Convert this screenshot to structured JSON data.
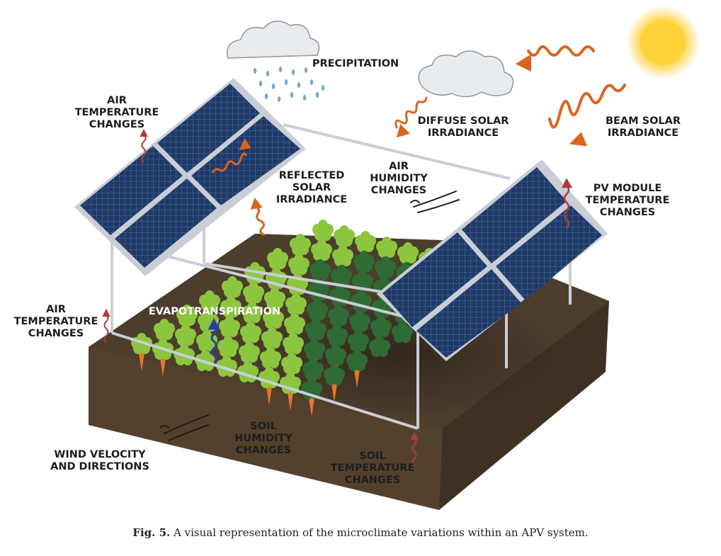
{
  "labels": {
    "precipitation": "PRECIPITATION",
    "diffuse_1": "DIFFUSE SOLAR",
    "diffuse_2": "IRRADIANCE",
    "beam_1": "BEAM SOLAR",
    "beam_2": "IRRADIANCE",
    "air_temp_top_1": "AIR",
    "air_temp_top_2": "TEMPERATURE",
    "air_temp_top_3": "CHANGES",
    "reflected_1": "REFLECTED",
    "reflected_2": "SOLAR",
    "reflected_3": "IRRADIANCE",
    "air_humidity_1": "AIR",
    "air_humidity_2": "HUMIDITY",
    "air_humidity_3": "CHANGES",
    "pv_temp_1": "PV MODULE",
    "pv_temp_2": "TEMPERATURE",
    "pv_temp_3": "CHANGES",
    "air_temp_left_1": "AIR",
    "air_temp_left_2": "TEMPERATURE",
    "air_temp_left_3": "CHANGES",
    "evapotranspiration": "EVAPOTRANSPIRATION",
    "wind_1": "WIND VELOCITY",
    "wind_2": "AND DIRECTIONS",
    "soil_humidity_1": "SOIL",
    "soil_humidity_2": "HUMIDITY",
    "soil_humidity_3": "CHANGES",
    "soil_temp_1": "SOIL",
    "soil_temp_2": "TEMPERATURE",
    "soil_temp_3": "CHANGES"
  },
  "caption": {
    "fig": "Fig. 5.",
    "text": "A visual representation of the microclimate variations within an APV system."
  },
  "colors": {
    "soil_top": "#4a3b2c",
    "soil_front": "#54412d",
    "soil_side": "#3f3122",
    "panel": "#1f3a66",
    "panel_frame": "#c9ced6",
    "leaf_sun": "#8cc63f",
    "leaf_shade": "#2f6b34",
    "carrot": "#e8772e",
    "wave_red": "#b03a3a",
    "wave_orange": "#d9641e",
    "wave_blue": "#2a3fa8",
    "sun": "#ffd23a",
    "cloud": "#e9ecef"
  }
}
